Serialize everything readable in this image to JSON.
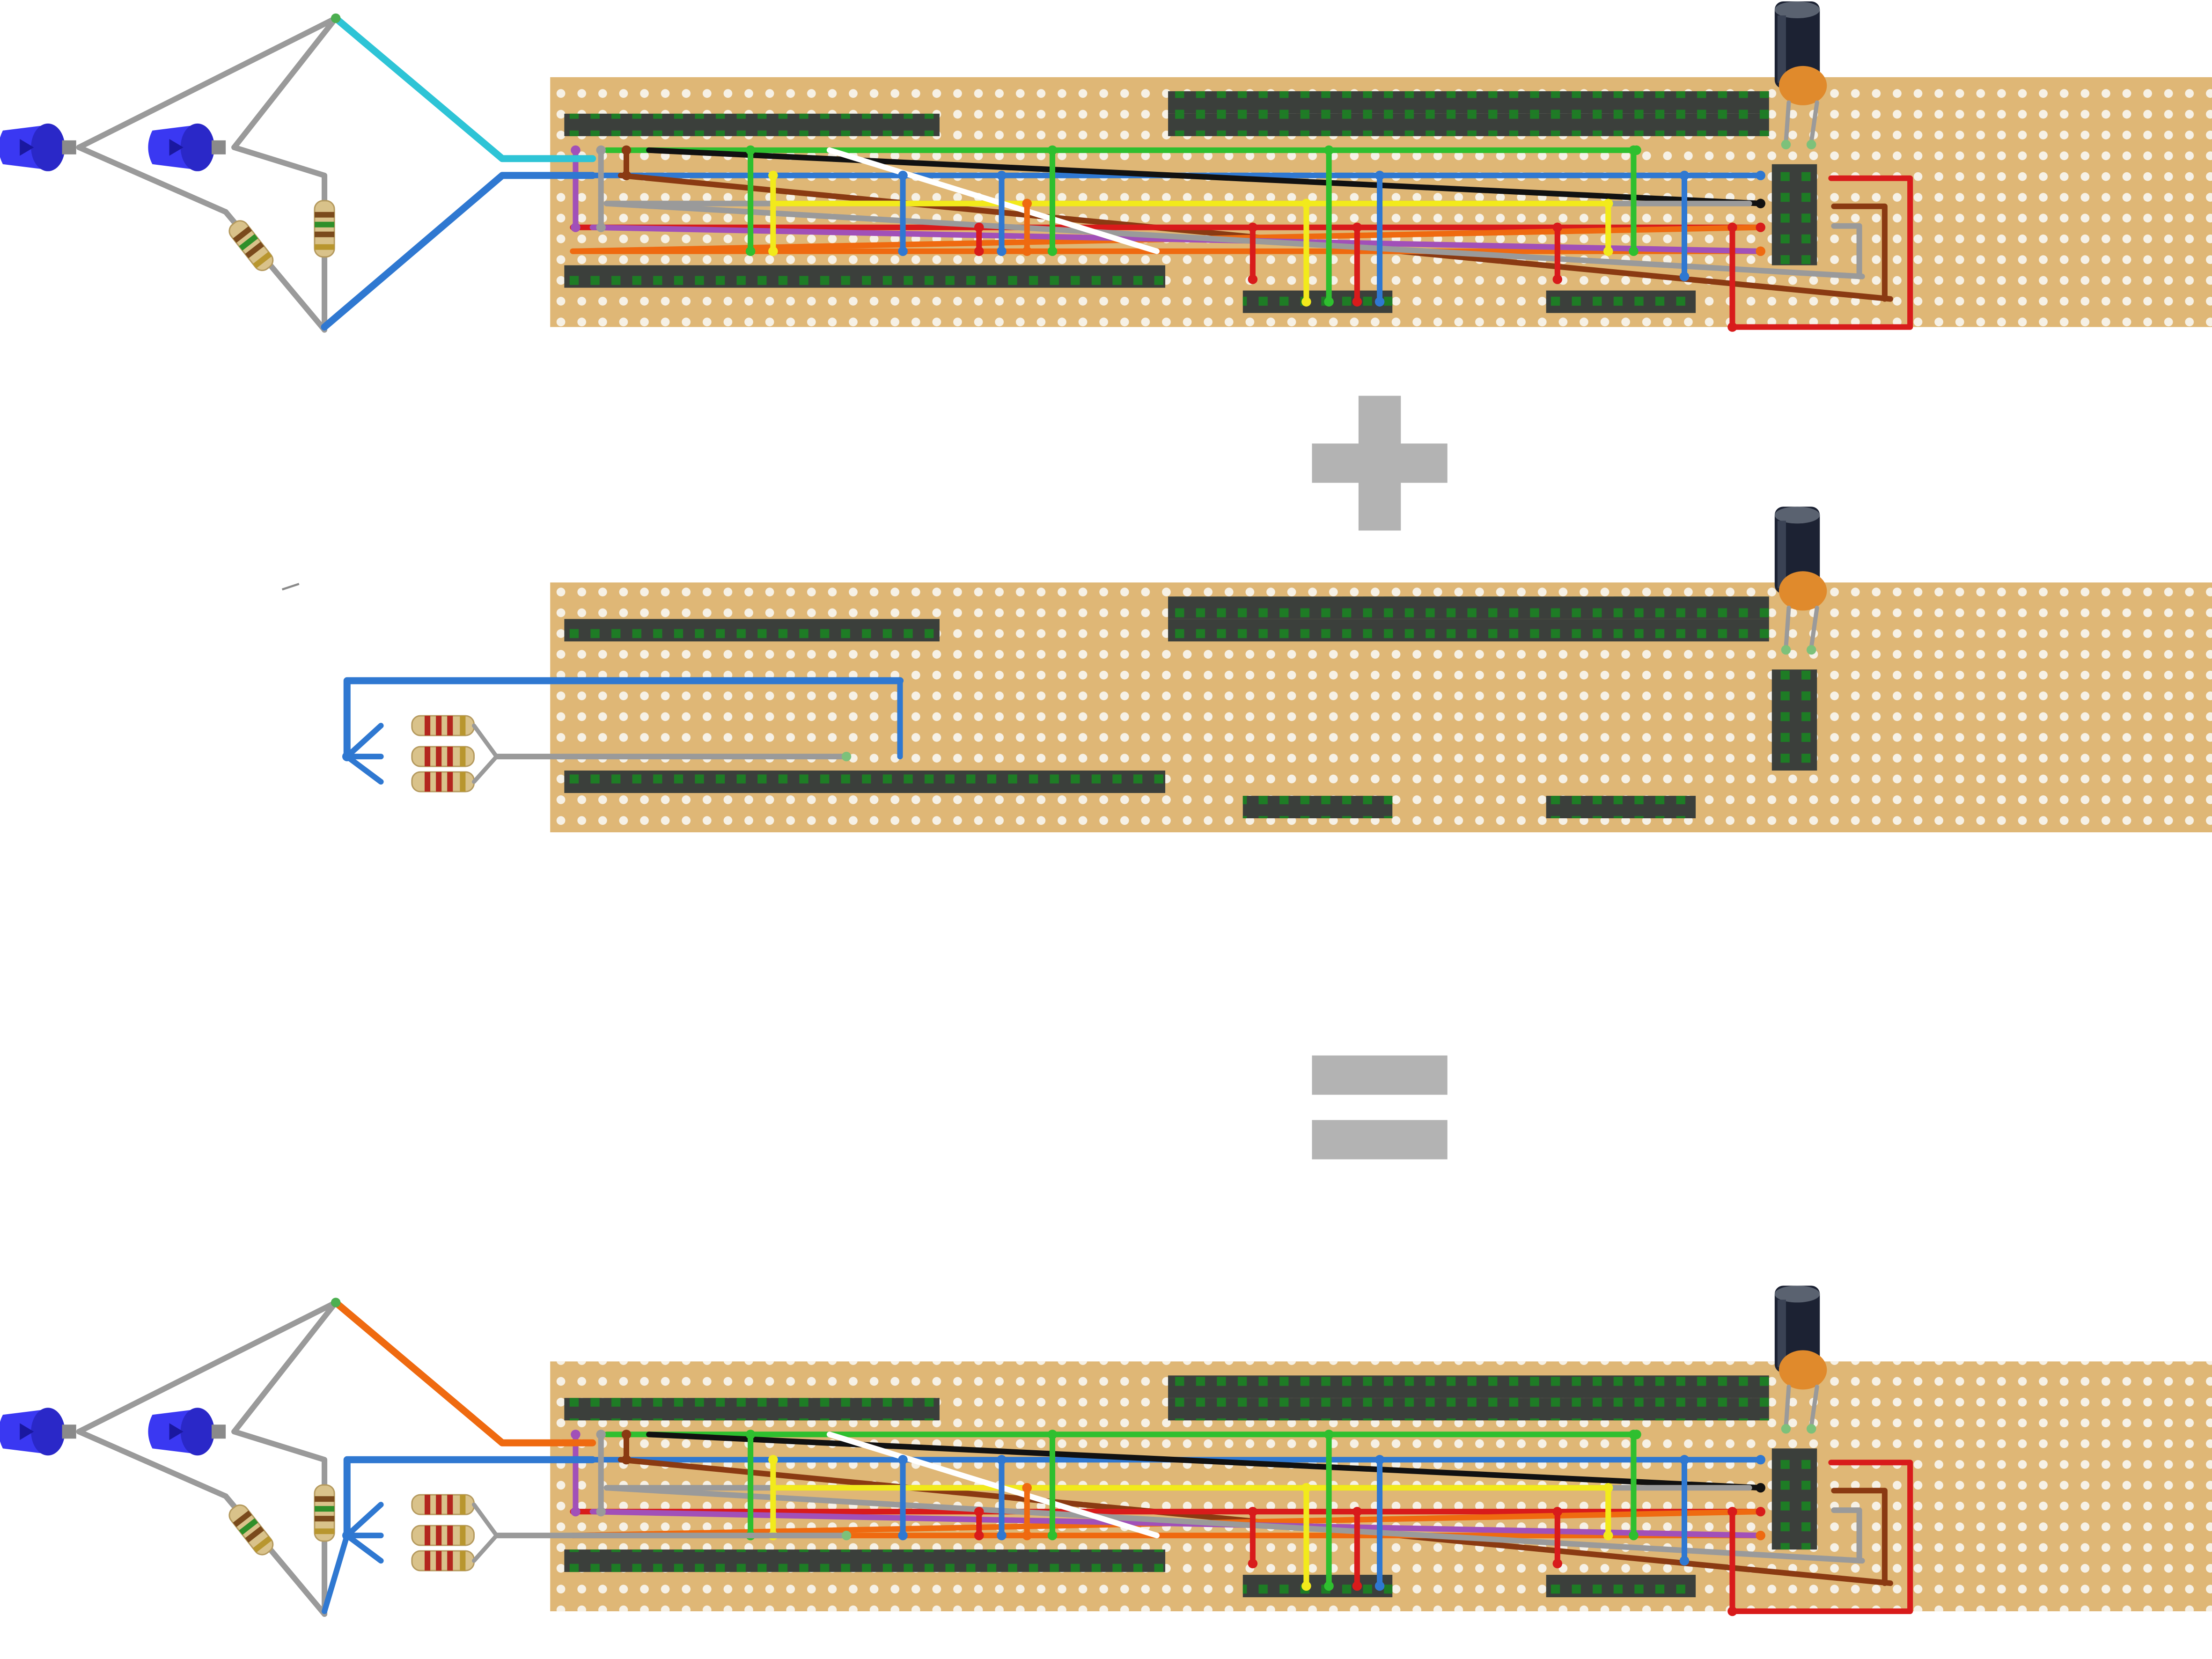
{
  "colors": {
    "board": "#dfb776",
    "hole": "#f6f1e6",
    "header_body": "#3b3f3b",
    "header_pin": "#1e7c25",
    "led": "#3a38f2",
    "resistor_body": "#d9c28a",
    "band_red": "#b3261e",
    "band_brown": "#7a4a1c",
    "band_green": "#2f8f2a",
    "band_gold": "#b8962e",
    "cap_body": "#1c2233",
    "cap_ceramic": "#e08a2c",
    "symbol_gray": "#b3b3b3",
    "wires": {
      "cyan": "#2ec4d6",
      "blue": "#2f78d1",
      "green": "#2fbf2f",
      "black": "#111111",
      "white": "#ffffff",
      "yellow": "#f2ea1b",
      "red": "#d81b1b",
      "orange": "#ef6a10",
      "purple": "#a150b8",
      "gray": "#9a9a9a",
      "brown": "#8a3a12"
    }
  },
  "icons": {
    "operator_1": "plus-sign-icon",
    "operator_2": "equals-sign-icon",
    "components": [
      "led-icon",
      "resistor-icon",
      "electrolytic-capacitor-icon",
      "ceramic-capacitor-icon",
      "pin-header-icon"
    ]
  },
  "panels": [
    {
      "id": "panel-top",
      "role": "led-assembly",
      "has_led_harness": true,
      "has_resistor_stack": false
    },
    {
      "id": "panel-middle",
      "role": "resistor-assembly",
      "has_led_harness": false,
      "has_resistor_stack": true
    },
    {
      "id": "panel-bottom",
      "role": "combined-assembly",
      "has_led_harness": true,
      "has_resistor_stack": true
    }
  ]
}
